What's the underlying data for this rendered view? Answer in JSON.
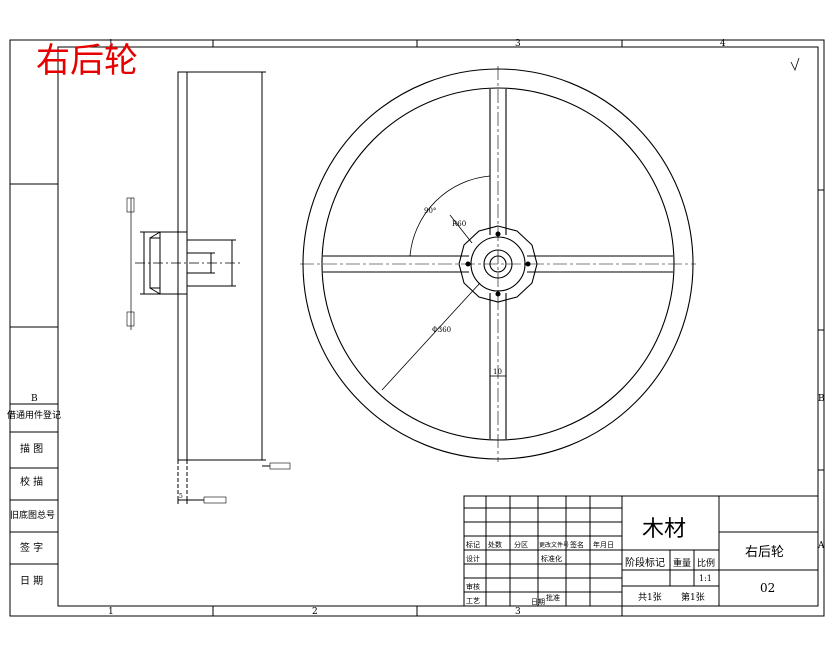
{
  "title_stamp": "右后轮",
  "zone_markers": {
    "top": [
      "1",
      "3",
      "4"
    ],
    "bottom": [
      "1",
      "2",
      "3"
    ],
    "right": [
      "B",
      "A"
    ]
  },
  "left_strip": {
    "zone_letter": "B",
    "rows": [
      "借通用件登记",
      "描  图",
      "校  描",
      "旧底图总号",
      "签  字",
      "日  期"
    ]
  },
  "dimensions": {
    "angle": "90°",
    "radius": "R60",
    "rim_diameter": "Φ360",
    "spoke_width": "10",
    "thickness": "5"
  },
  "title_block": {
    "material": "木材",
    "part_name": "右后轮",
    "drawing_number": "02",
    "scale": "1:1",
    "sheets_total": "共1张",
    "sheet_current": "第1张",
    "header_cols": [
      "标记",
      "处数",
      "分区",
      "更改文件号",
      "签名",
      "年月日"
    ],
    "row_design": "设计",
    "row_standard": "标准化",
    "row_review": "审核",
    "row_process": "工艺",
    "row_approve": "批准",
    "row_date": "日期",
    "stage_label": "阶段标记",
    "weight_label": "重量",
    "ratio_label": "比例"
  }
}
